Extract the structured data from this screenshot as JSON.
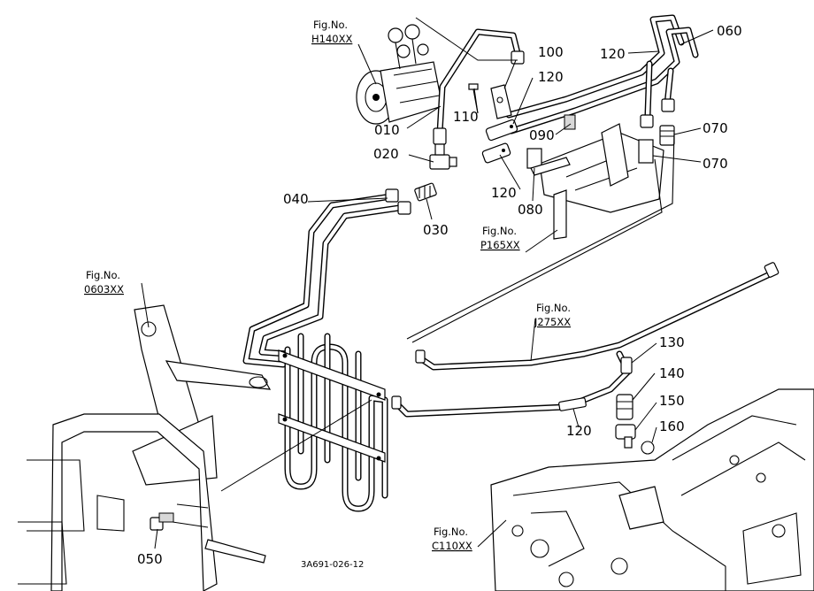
{
  "part_labels": {
    "p010": "010",
    "p020": "020",
    "p030": "030",
    "p040": "040",
    "p050": "050",
    "p060": "060",
    "p070a": "070",
    "p070b": "070",
    "p080": "080",
    "p090": "090",
    "p100": "100",
    "p110": "110",
    "p120a": "120",
    "p120b": "120",
    "p120c": "120",
    "p120d": "120",
    "p130": "130",
    "p140": "140",
    "p150": "150",
    "p160": "160"
  },
  "figure_refs": {
    "h140": {
      "title": "Fig.No.",
      "code": "H140XX"
    },
    "p165": {
      "title": "Fig.No.",
      "code": "P165XX"
    },
    "f0603": {
      "title": "Fig.No.",
      "code": "0603XX"
    },
    "j275": {
      "title": "Fig.No.",
      "code": "J275XX"
    },
    "c110": {
      "title": "Fig.No.",
      "code": "C110XX"
    }
  },
  "drawing_code": "3A691-026-12"
}
